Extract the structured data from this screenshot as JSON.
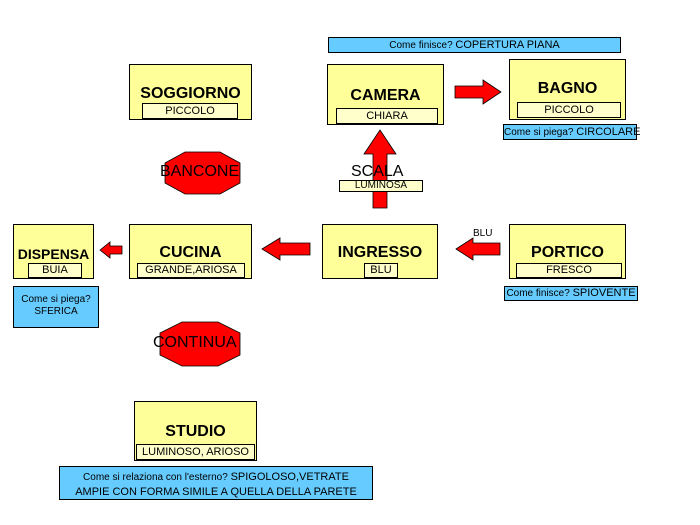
{
  "rooms": {
    "soggiorno": {
      "title": "SOGGIORNO",
      "sub": "PICCOLO"
    },
    "camera": {
      "title": "CAMERA",
      "sub": "CHIARA"
    },
    "bagno": {
      "title": "BAGNO",
      "sub": "PICCOLO"
    },
    "dispensa": {
      "title": "DISPENSA",
      "sub": "BUIA"
    },
    "cucina": {
      "title": "CUCINA",
      "sub": "GRANDE,ARIOSA"
    },
    "ingresso": {
      "title": "INGRESSO",
      "sub": "BLU"
    },
    "portico": {
      "title": "PORTICO",
      "sub": "FRESCO"
    },
    "studio": {
      "title": "STUDIO",
      "sub": "LUMINOSO, ARIOSO"
    }
  },
  "notes": {
    "camera_top": {
      "question": "Come finisce?",
      "answer": "COPERTURA PIANA"
    },
    "bagno": {
      "question": "Come si piega?",
      "answer": "CIRCOLARE"
    },
    "portico": {
      "question": "Come finisce?",
      "answer": "SPIOVENTE"
    },
    "dispensa": {
      "line1": "Come si piega?",
      "line2": "SFERICA"
    },
    "studio": {
      "question": "Come si relaziona con l'esterno?",
      "answer_line1": "SPIGOLOSO,VETRATE",
      "answer_line2": "AMPIE CON FORMA SIMILE A QUELLA DELLA PARETE"
    }
  },
  "connectors": {
    "bancone": "BANCONE",
    "scala": "SCALA",
    "scala_sub": "LUMINOSA",
    "continua": "CONTINUA",
    "blu": "BLU"
  },
  "colors": {
    "room_fill": "#ffff99",
    "sub_fill": "#ffffcc",
    "note_fill": "#66ccff",
    "arrow_fill": "#ff0000"
  }
}
